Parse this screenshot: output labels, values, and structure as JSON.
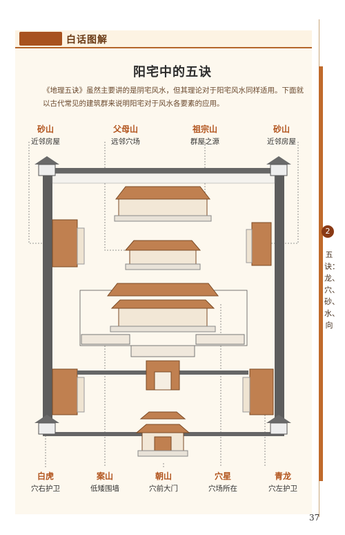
{
  "header": {
    "section": "白话图解"
  },
  "title": "阳宅中的五诀",
  "intro": "《地理五诀》虽然主要讲的是阴宅风水，但其理论对于阳宅风水同样适用。下面就以古代常见的建筑群来说明阳宅对于风水各要素的应用。",
  "labels_top": [
    {
      "term": "砂山",
      "desc": "近邻房屋"
    },
    {
      "term": "父母山",
      "desc": "远邻穴场"
    },
    {
      "term": "祖宗山",
      "desc": "群屋之源"
    },
    {
      "term": "砂山",
      "desc": "近邻房屋"
    }
  ],
  "labels_bottom": [
    {
      "term": "白虎",
      "desc": "穴右护卫"
    },
    {
      "term": "案山",
      "desc": "低矮围墙"
    },
    {
      "term": "朝山",
      "desc": "穴前大门"
    },
    {
      "term": "穴星",
      "desc": "穴场所在"
    },
    {
      "term": "青龙",
      "desc": "穴左护卫"
    }
  ],
  "side_tab": {
    "number": "2",
    "text": "五诀：龙、穴、砂、水、向"
  },
  "page_number": "37",
  "colors": {
    "accent": "#b2541d",
    "wall": "#5a5a5a",
    "roof": "#c08050",
    "paper": "#fdf8ee"
  }
}
